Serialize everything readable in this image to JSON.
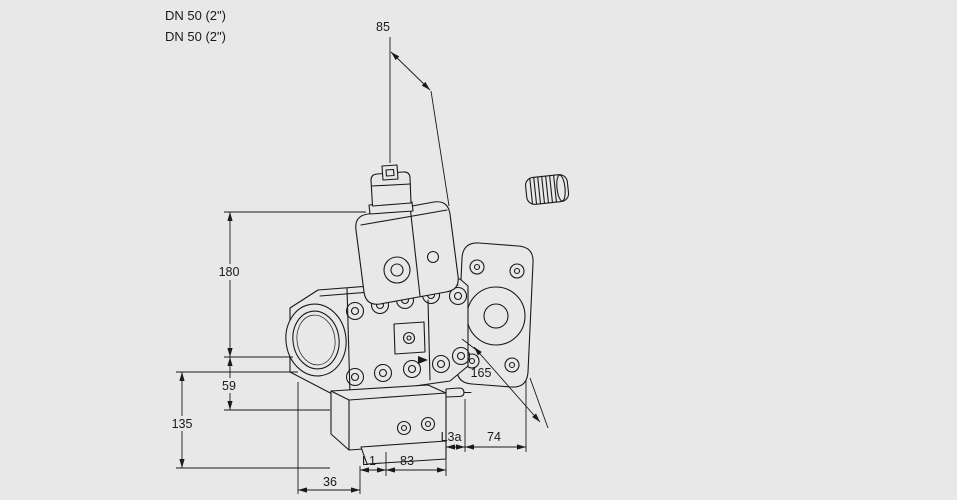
{
  "colors": {
    "background": "#e8e8e8",
    "line": "#1a1a1a"
  },
  "header": {
    "line1": "DN 50 (2\")",
    "line2": "DN 50 (2\")"
  },
  "dims": {
    "d85": "85",
    "d180": "180",
    "d59": "59",
    "d135": "135",
    "d165": "165",
    "l3a": "L3a",
    "d74": "74",
    "l1": "L1",
    "d83": "83",
    "d36": "36"
  }
}
